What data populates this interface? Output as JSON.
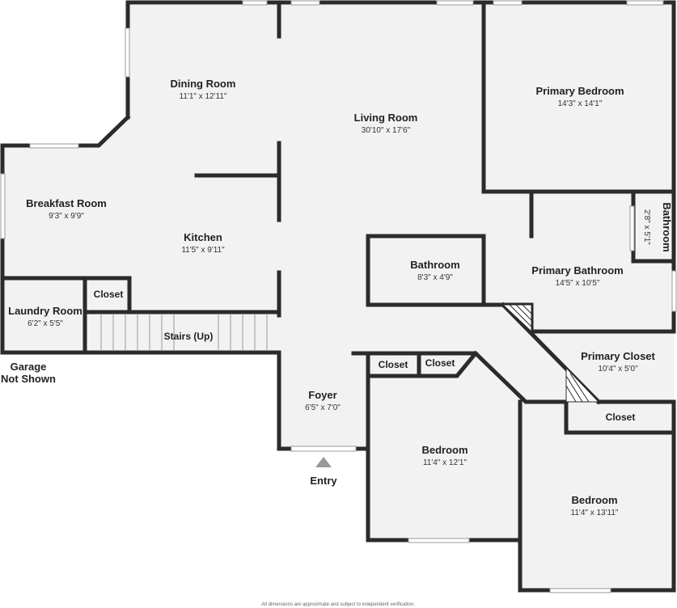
{
  "rooms": {
    "dining": {
      "name": "Dining Room",
      "dim": "11'1\" x 12'11\""
    },
    "living": {
      "name": "Living Room",
      "dim": "30'10\" x 17'6\""
    },
    "primary_bed": {
      "name": "Primary Bedroom",
      "dim": "14'3\" x 14'1\""
    },
    "breakfast": {
      "name": "Breakfast Room",
      "dim": "9'3\" x 9'9\""
    },
    "kitchen": {
      "name": "Kitchen",
      "dim": "11'5\" x 9'11\""
    },
    "small_bath": {
      "name": "Bathroom",
      "dim": "2'8\" x 5'1\""
    },
    "bath": {
      "name": "Bathroom",
      "dim": "8'3\" x 4'9\""
    },
    "primary_bath": {
      "name": "Primary Bathroom",
      "dim": "14'5\" x 10'5\""
    },
    "laundry": {
      "name": "Laundry Room",
      "dim": "6'2\" x 5'5\""
    },
    "primary_closet": {
      "name": "Primary Closet",
      "dim": "10'4\" x 5'0\""
    },
    "foyer": {
      "name": "Foyer",
      "dim": "6'5\" x 7'0\""
    },
    "bedroom_a": {
      "name": "Bedroom",
      "dim": "11'4\" x 12'1\""
    },
    "bedroom_b": {
      "name": "Bedroom",
      "dim": "11'4\" x 13'11\""
    }
  },
  "labels": {
    "closet_kitchen": "Closet",
    "stairs": "Stairs (Up)",
    "garage_line1": "Garage",
    "garage_line2": "Not Shown",
    "closet_hall_1": "Closet",
    "closet_hall_2": "Closet",
    "closet_bedroom_b": "Closet",
    "entry": "Entry"
  },
  "footer": {
    "disclaimer": "All dimensions are approximate and subject to independent verification."
  }
}
